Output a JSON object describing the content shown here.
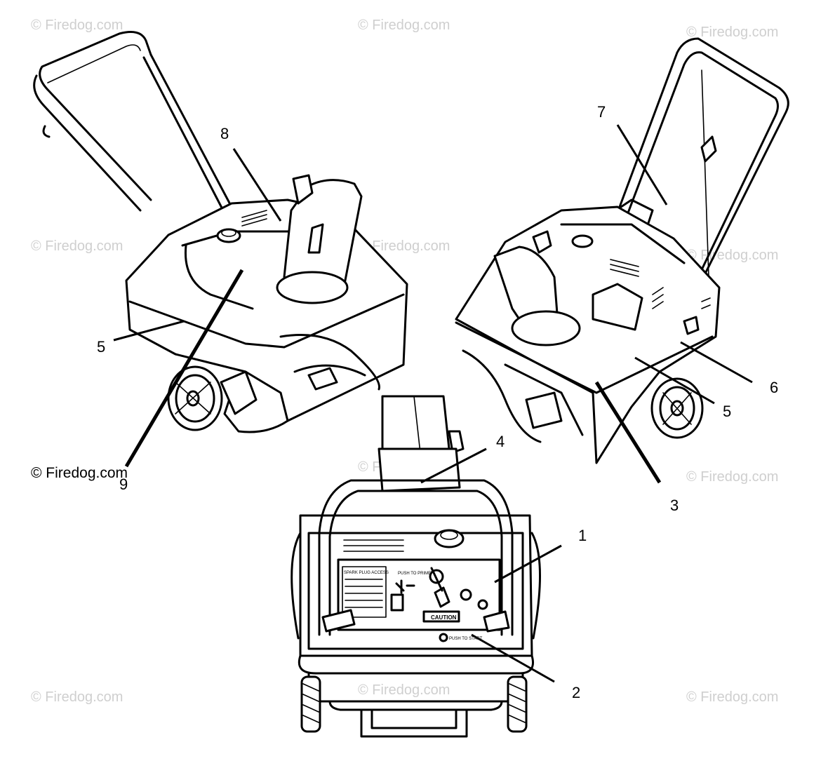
{
  "watermark": {
    "text": "© Firedog.com"
  },
  "credit": {
    "text": "© Firedog.com"
  },
  "callouts": [
    {
      "id": "1",
      "label": "1"
    },
    {
      "id": "2",
      "label": "2"
    },
    {
      "id": "3",
      "label": "3"
    },
    {
      "id": "4",
      "label": "4"
    },
    {
      "id": "5a",
      "label": "5"
    },
    {
      "id": "5b",
      "label": "5"
    },
    {
      "id": "6",
      "label": "6"
    },
    {
      "id": "7",
      "label": "7"
    },
    {
      "id": "8",
      "label": "8"
    },
    {
      "id": "9",
      "label": "9"
    }
  ],
  "decals": {
    "spark_plug_access": "SPARK PLUG ACCESS",
    "push_to_prime": "PUSH TO PRIME",
    "caution": "CAUTION",
    "push_to_start": "PUSH TO START"
  }
}
